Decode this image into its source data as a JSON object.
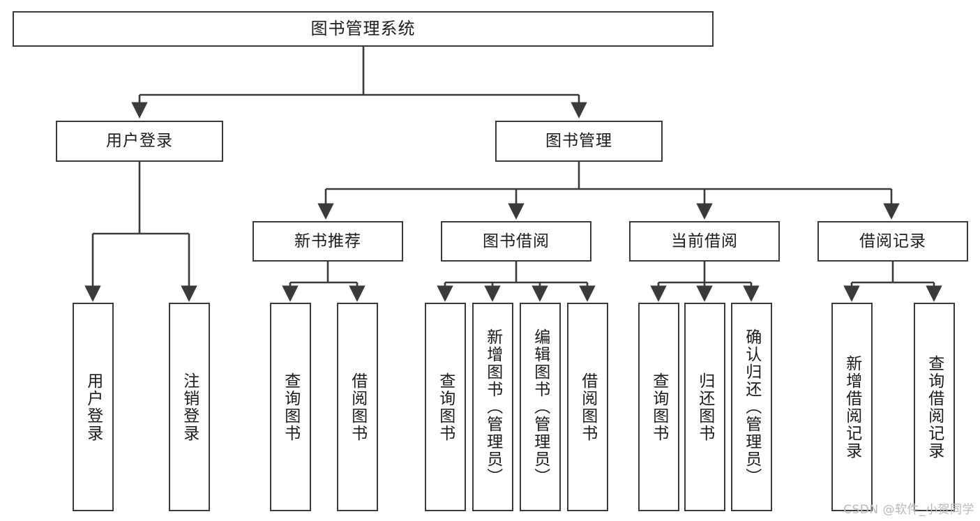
{
  "diagram": {
    "title": "图书管理系统",
    "type": "tree",
    "watermark": "CSDN @软件_小贺同学",
    "colors": {
      "stroke": "#3a3a3a",
      "fill": "#ffffff",
      "text": "#1b1b1b",
      "watermark": "#b9b9b9"
    },
    "root": {
      "label": "图书管理系统"
    },
    "level1": [
      {
        "label": "用户登录"
      },
      {
        "label": "图书管理"
      }
    ],
    "level2": [
      {
        "label": "新书推荐"
      },
      {
        "label": "图书借阅"
      },
      {
        "label": "当前借阅"
      },
      {
        "label": "借阅记录"
      }
    ],
    "leaves": {
      "user_login": [
        {
          "label": "用户登录"
        },
        {
          "label": "注销登录"
        }
      ],
      "new_book_recommend": [
        {
          "label": "查询图书"
        },
        {
          "label": "借阅图书"
        }
      ],
      "book_borrow": [
        {
          "label": "查询图书"
        },
        {
          "label": "新增图书（管理员）"
        },
        {
          "label": "编辑图书（管理员）"
        },
        {
          "label": "借阅图书"
        }
      ],
      "current_borrow": [
        {
          "label": "查询图书"
        },
        {
          "label": "归还图书"
        },
        {
          "label": "确认归还（管理员）"
        }
      ],
      "borrow_record": [
        {
          "label": "新增借阅记录"
        },
        {
          "label": "查询借阅记录"
        }
      ]
    }
  }
}
